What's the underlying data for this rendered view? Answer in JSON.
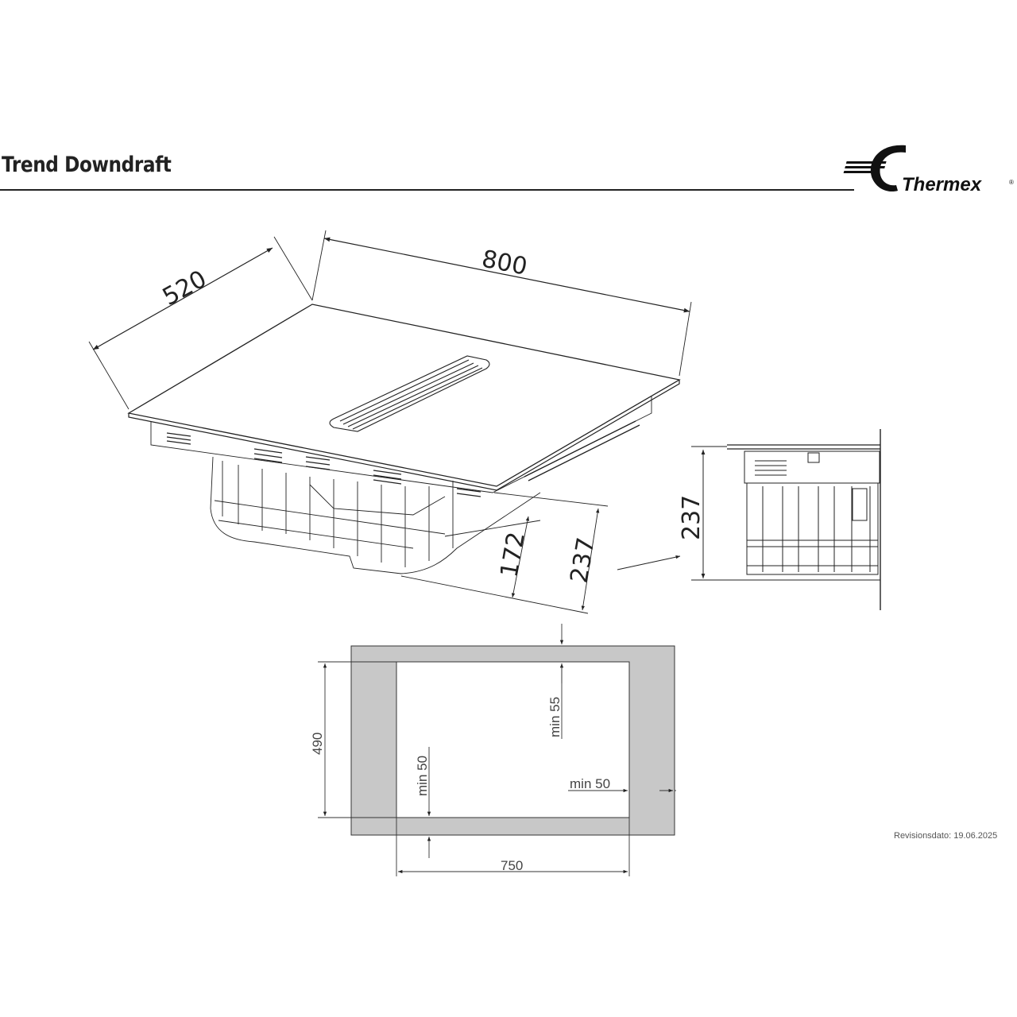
{
  "header": {
    "title": "Trend Downdraft",
    "brand": "Thermex"
  },
  "iso_view": {
    "dim_depth": "520",
    "dim_width": "800",
    "dim_height_body": "172",
    "dim_height_total": "237"
  },
  "side_view": {
    "dim_height": "237"
  },
  "cutout": {
    "dim_depth": "490",
    "dim_width": "750",
    "min_back": "min 55",
    "min_front": "min 50",
    "min_side": "min 50"
  },
  "footer": {
    "revision": "Revisionsdato: 19.06.2025"
  },
  "colors": {
    "frame": "#c8c8c8",
    "line": "#222222"
  }
}
